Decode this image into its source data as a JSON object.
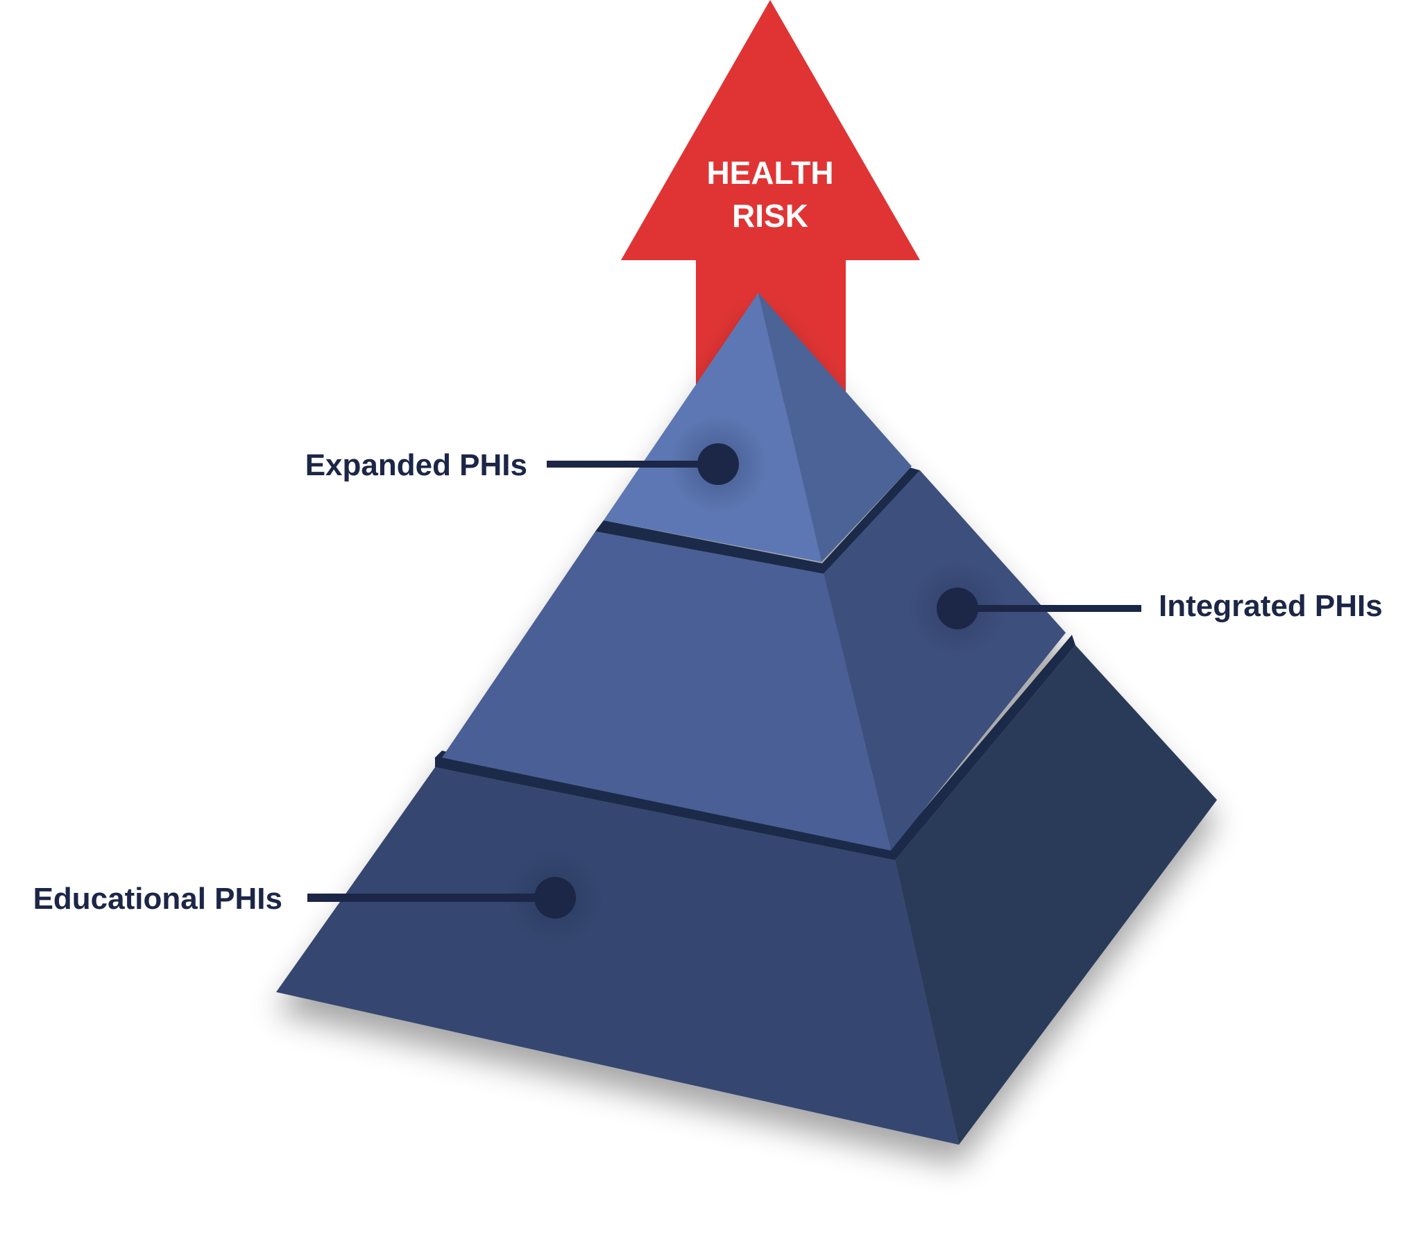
{
  "arrow": {
    "line1": "HEALTH",
    "line2": "RISK",
    "color": "#e03434"
  },
  "tiers": {
    "top": {
      "label": "Expanded PHIs",
      "front_color": "#5b77b3",
      "side_color": "#4c6396"
    },
    "middle": {
      "label": "Integrated PHIs",
      "front_color": "#4a5e96",
      "side_color": "#3d4f7d"
    },
    "bottom": {
      "label": "Educational PHIs",
      "front_color": "#364670",
      "side_color": "#2b3a5a"
    }
  },
  "colors": {
    "connector": "#1c2647",
    "seam": "#1f2b48"
  }
}
